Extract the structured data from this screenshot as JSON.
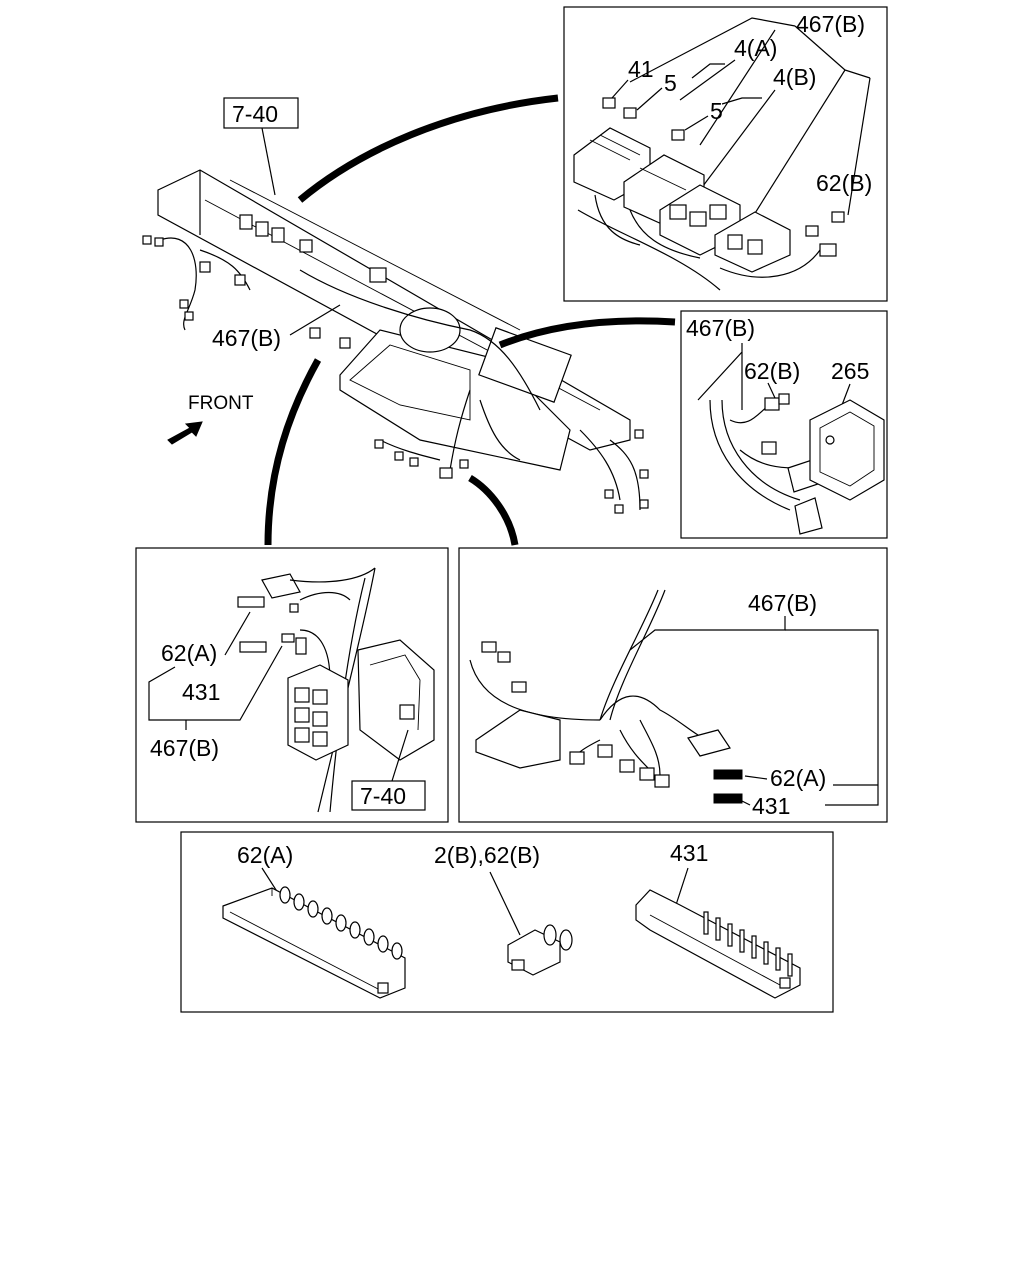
{
  "labels": {
    "ref_main": "7-40",
    "harness_main": "467(B)",
    "front": "FRONT",
    "tr_harness": "467(B)",
    "tr_41": "41",
    "tr_4a": "4(A)",
    "tr_5a": "5",
    "tr_4b": "4(B)",
    "tr_5b": "5",
    "tr_62b": "62(B)",
    "mr_harness": "467(B)",
    "mr_62b": "62(B)",
    "mr_265": "265",
    "ml_62a": "62(A)",
    "ml_431": "431",
    "ml_harness": "467(B)",
    "ml_ref": "7-40",
    "mrt_harness": "467(B)",
    "mrt_62a": "62(A)",
    "mrt_431": "431",
    "bot_62a": "62(A)",
    "bot_2b62b": "2(B),62(B)",
    "bot_431": "431"
  }
}
